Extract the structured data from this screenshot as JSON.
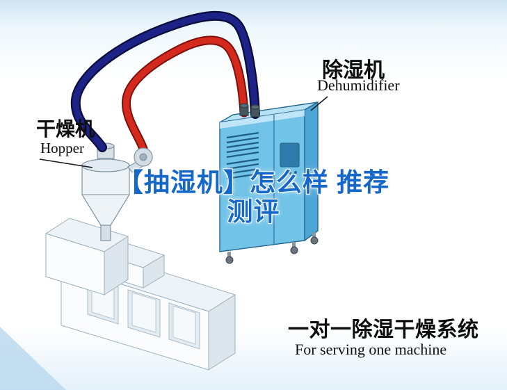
{
  "labels": {
    "hopper_cn": "干燥机",
    "hopper_en": "Hopper",
    "dehumidifier_cn": "除湿机",
    "dehumidifier_en": "Dehumidifier"
  },
  "watermark": {
    "line1": "【抽湿机】怎么样 推荐",
    "line2": "测评"
  },
  "caption": {
    "line1": "一对一除湿干燥系统",
    "line2": "For serving one machine"
  },
  "colors": {
    "bg_top": "#cfe3f2",
    "watermark_blue": "#1668c8",
    "pipe_supply_navy": "#1d2287",
    "pipe_return_red": "#d42a1e",
    "cabinet_blue": "#72c3e8",
    "cabinet_side_blue": "#4ea6d6",
    "cabinet_top_blue": "#b8e2f5"
  }
}
